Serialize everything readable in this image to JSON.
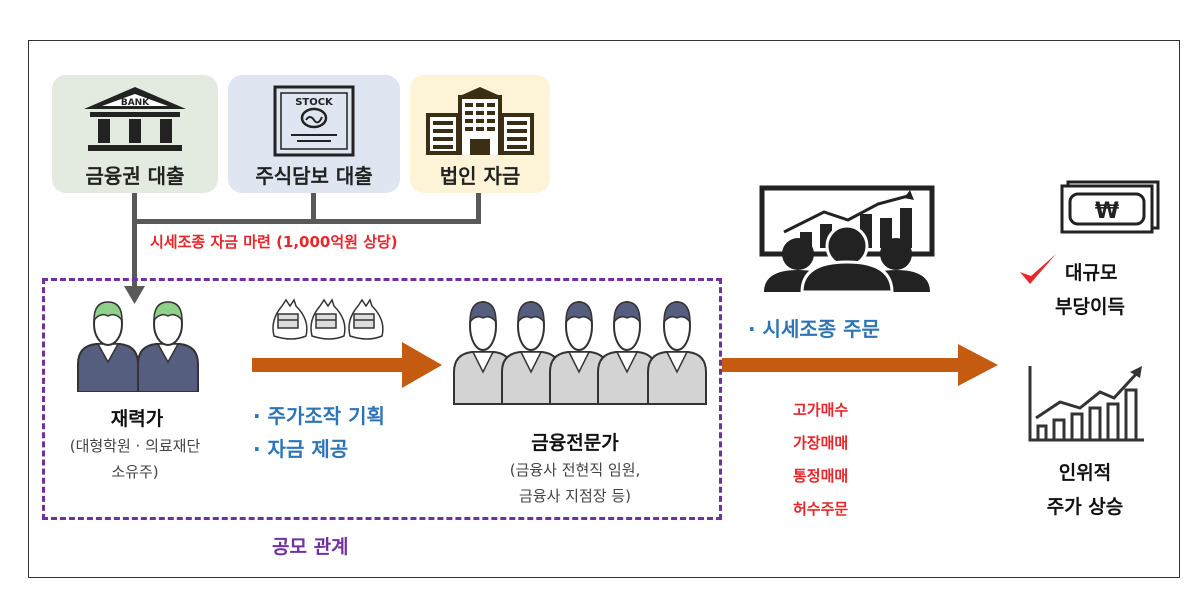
{
  "sources": [
    {
      "label": "금융권 대출",
      "icon": "bank-icon",
      "icon_text": "BANK",
      "bg": "#e3eadf"
    },
    {
      "label": "주식담보 대출",
      "icon": "stock-certificate-icon",
      "icon_text": "STOCK",
      "bg": "#dfe5f1"
    },
    {
      "label": "법인 자금",
      "icon": "office-building-icon",
      "bg": "#fdf4d7"
    }
  ],
  "funding_label": "시세조종 자금 마련 (1,000억원 상당)",
  "conspiracy_label": "공모 관계",
  "wealthy": {
    "title": "재력가",
    "sub1": "(대형학원 · 의료재단",
    "sub2": "소유주)"
  },
  "flow1": {
    "items": [
      "· 주가조작 기획",
      "· 자금 제공"
    ]
  },
  "experts": {
    "title": "금융전문가",
    "sub1": "(금융사 전현직 임원,",
    "sub2": "금융사 지점장 등)"
  },
  "flow2": {
    "label": "· 시세조종 주문",
    "methods": [
      "고가매수",
      "가장매매",
      "통정매매",
      "허수주문"
    ]
  },
  "results": {
    "profit1": "대규모",
    "profit2": "부당이득",
    "rise1": "인위적",
    "rise2": "주가 상승"
  },
  "colors": {
    "arrow": "#c55a11",
    "red": "#e8262b",
    "blue": "#2e75b6",
    "purple": "#7030a0",
    "connector": "#595959"
  }
}
